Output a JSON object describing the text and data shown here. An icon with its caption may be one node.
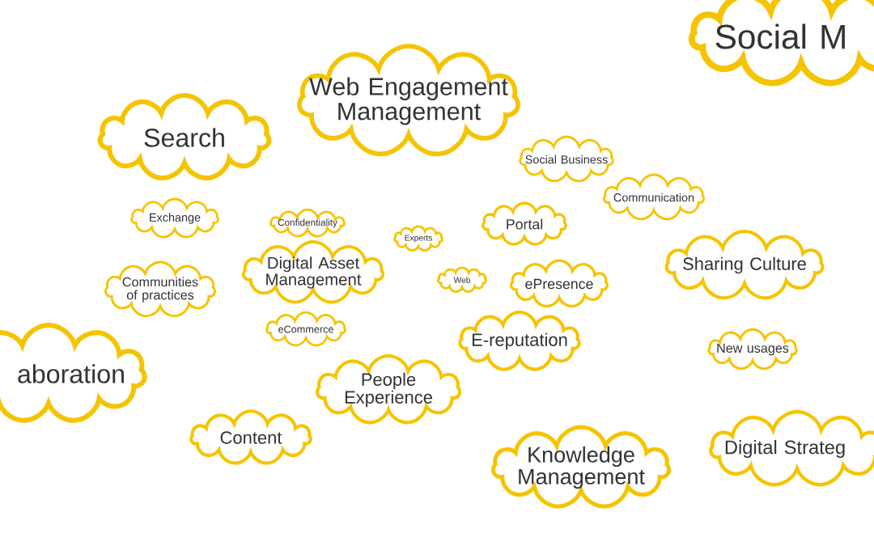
{
  "diagram": {
    "nodes": [
      {
        "text": [
          "Social M"
        ]
      },
      {
        "text": [
          "Web Engagement Management"
        ]
      },
      {
        "text": [
          "Search"
        ]
      },
      {
        "text": [
          "Social Business"
        ]
      },
      {
        "text": [
          "Communication"
        ]
      },
      {
        "text": [
          "Exchange"
        ]
      },
      {
        "text": [
          "Confidentiality"
        ]
      },
      {
        "text": [
          "Portal"
        ]
      },
      {
        "text": [
          "Experts"
        ]
      },
      {
        "text": [
          "Sharing Culture"
        ]
      },
      {
        "text": [
          "Digital Asset Management"
        ]
      },
      {
        "text": [
          "Communities of practices"
        ]
      },
      {
        "text": [
          "Web"
        ]
      },
      {
        "text": [
          "ePresence"
        ]
      },
      {
        "text": [
          "eCommerce"
        ]
      },
      {
        "text": [
          "E-reputation"
        ]
      },
      {
        "text": [
          "New usages"
        ]
      },
      {
        "text": [
          "aboration"
        ]
      },
      {
        "text": [
          "People Experience"
        ]
      },
      {
        "text": [
          "Content"
        ]
      },
      {
        "text": [
          "Knowledge Management"
        ]
      },
      {
        "text": [
          "Digital Strateg"
        ]
      }
    ]
  }
}
